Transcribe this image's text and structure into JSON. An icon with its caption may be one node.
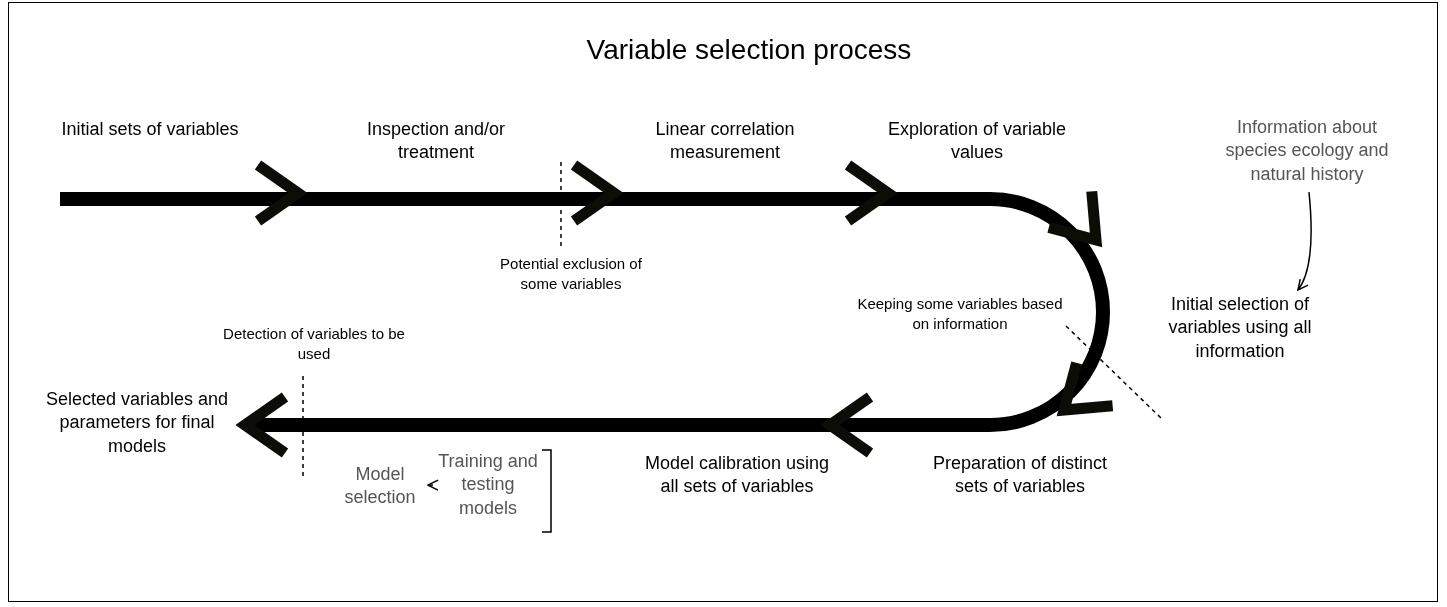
{
  "diagram": {
    "title": "Variable selection process",
    "nodes": [
      {
        "text": [
          "Information about species ecology and natural history"
        ]
      },
      {
        "text": [
          "Initial selection of variables using all information"
        ]
      },
      {
        "text": [
          "Training and testing models"
        ]
      },
      {
        "text": [
          "Model selection"
        ]
      }
    ],
    "edges": [
      {
        "from": 0,
        "to": 1,
        "arrow": "to"
      },
      {
        "from": 2,
        "to": 3,
        "arrow": "to"
      }
    ],
    "labels": [
      "Initial sets of variables",
      "Inspection and/or treatment",
      "Linear correlation measurement",
      "Exploration of variable values",
      "Potential exclusion of some variables",
      "Keeping some variables based on information",
      "Detection of variables to be used",
      "Selected variables and parameters for final models",
      "Model calibration using all sets of variables",
      "Preparation of distinct sets of variables"
    ]
  }
}
